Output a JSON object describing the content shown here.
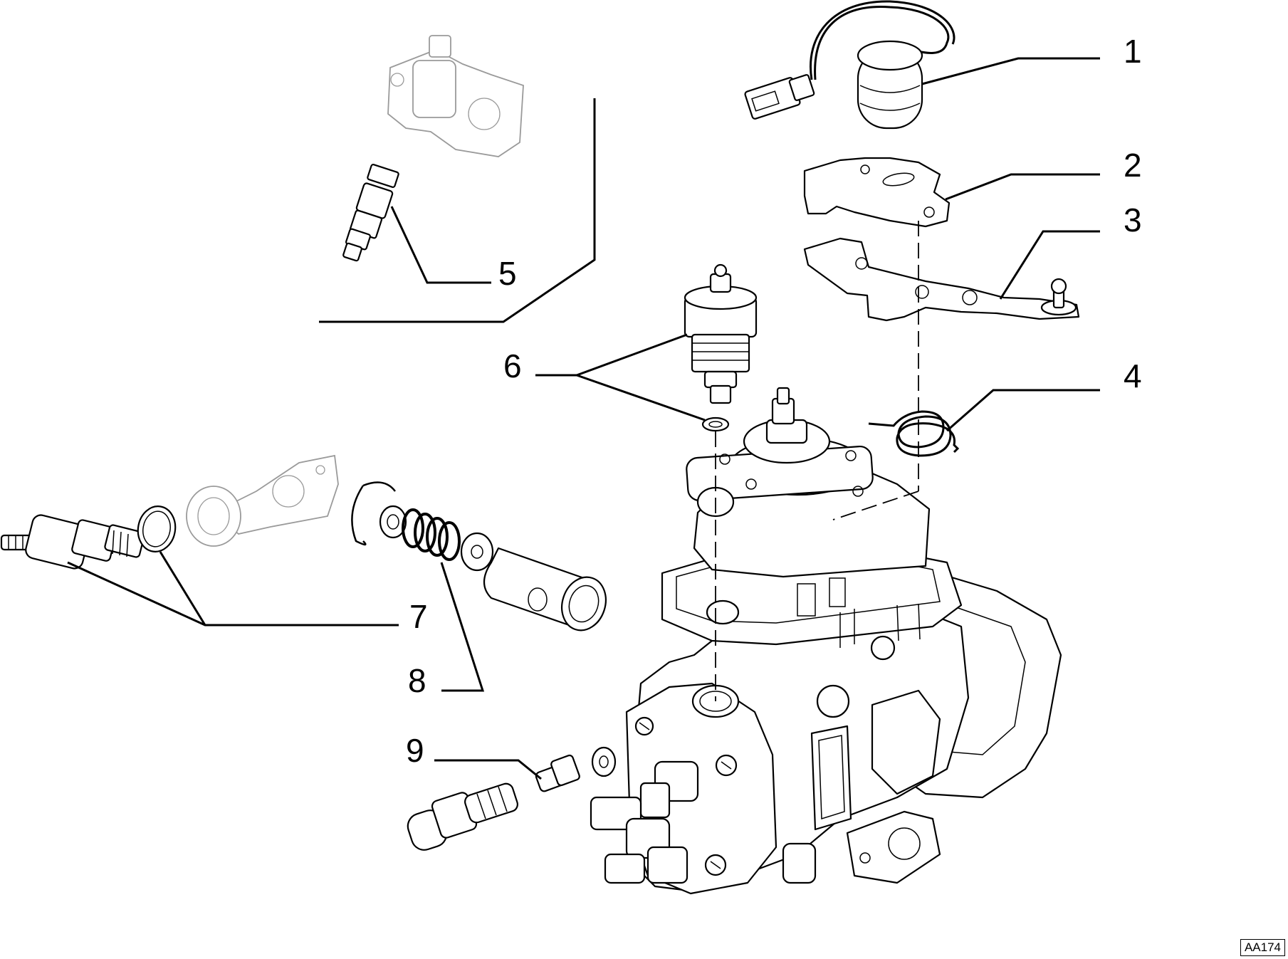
{
  "callouts": [
    {
      "id": "1",
      "label": "1"
    },
    {
      "id": "2",
      "label": "2"
    },
    {
      "id": "3",
      "label": "3"
    },
    {
      "id": "4",
      "label": "4"
    },
    {
      "id": "5",
      "label": "5"
    },
    {
      "id": "6",
      "label": "6"
    },
    {
      "id": "7",
      "label": "7"
    },
    {
      "id": "8",
      "label": "8"
    },
    {
      "id": "9",
      "label": "9"
    }
  ],
  "ref_code": "AA174",
  "colors": {
    "ink": "#000000",
    "ghost": "#9a9a9a",
    "background": "#ffffff"
  }
}
